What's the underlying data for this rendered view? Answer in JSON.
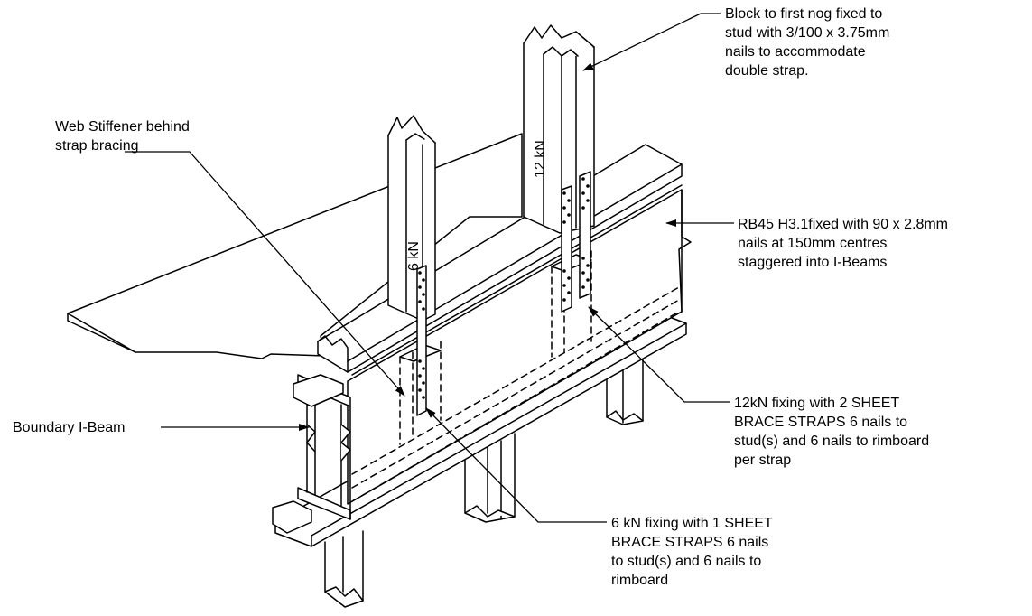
{
  "colors": {
    "line": "#000000",
    "paper": "#ffffff"
  },
  "labels": {
    "block_nog": [
      "Block to first nog fixed to",
      "stud with 3/100 x 3.75mm",
      "nails to accommodate",
      "double strap."
    ],
    "web_stiffener": [
      "Web Stiffener behind",
      "strap bracing"
    ],
    "rb45": [
      "RB45 H3.1fixed with 90 x 2.8mm",
      "nails at 150mm centres",
      "staggered into I-Beams"
    ],
    "boundary": [
      "Boundary I-Beam"
    ],
    "fixing_12kn": [
      "12kN fixing with 2 SHEET",
      "BRACE STRAPS 6 nails to",
      "stud(s) and 6 nails to rimboard",
      "per strap"
    ],
    "fixing_6kn": [
      "6 kN fixing with 1 SHEET",
      "BRACE STRAPS 6 nails",
      "to stud(s) and 6 nails to",
      "rimboard"
    ]
  },
  "stud_labels": {
    "left": "6 kN",
    "right": "12 kN"
  }
}
